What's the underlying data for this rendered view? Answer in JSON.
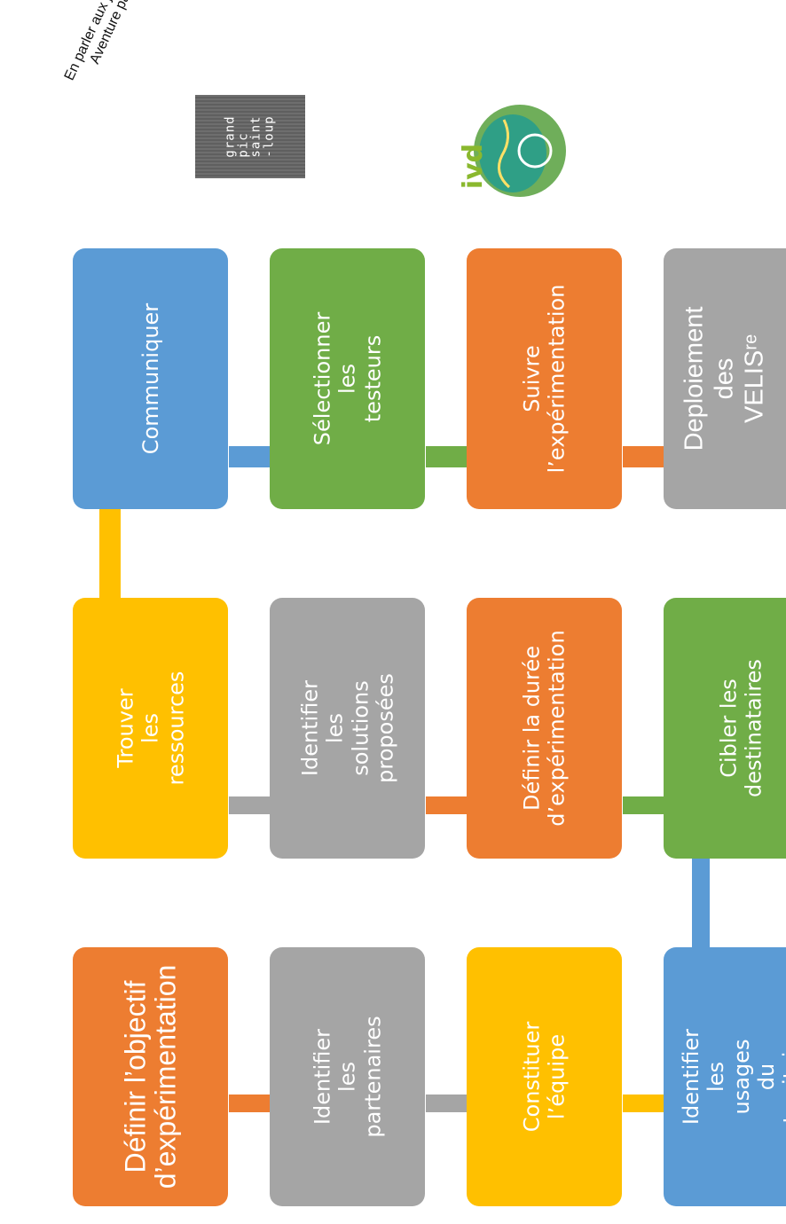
{
  "note": {
    "line1": "En parler aux journalistes !",
    "line2": "Aventure partagée"
  },
  "logos": {
    "grand": {
      "text": "grand\npic\nsaint\n-loup"
    },
    "ivd": {
      "text": "ivd"
    }
  },
  "colors": {
    "orange": "#ED7D31",
    "gray": "#A5A5A5",
    "yellow": "#FFC000",
    "blue": "#5B9BD5",
    "green": "#70AD47"
  },
  "steps": {
    "definir_objectif": "Définir l’objectif\nd’expérimentation",
    "identifier_partenaires": "Identifier les\npartenaires",
    "constituer_equipe": "Constituer l’équipe",
    "identifier_usages": "Identifier les\nusages du\nterritoire",
    "trouver_ressources": "Trouver les\nressources",
    "identifier_solutions": "Identifier les\nsolutions\nproposées",
    "definir_duree": "Définir la durée\nd’expérimentation",
    "cibler_destinataires": "Cibler les\ndestinataires",
    "communiquer": "Communiquer",
    "selectionner_testeurs": "Sélectionner les\ntesteurs",
    "suivre_experimentation": "Suivre\nl’expérimentation",
    "deploiement": "Deploiement des\nVELISʳᵉ"
  }
}
